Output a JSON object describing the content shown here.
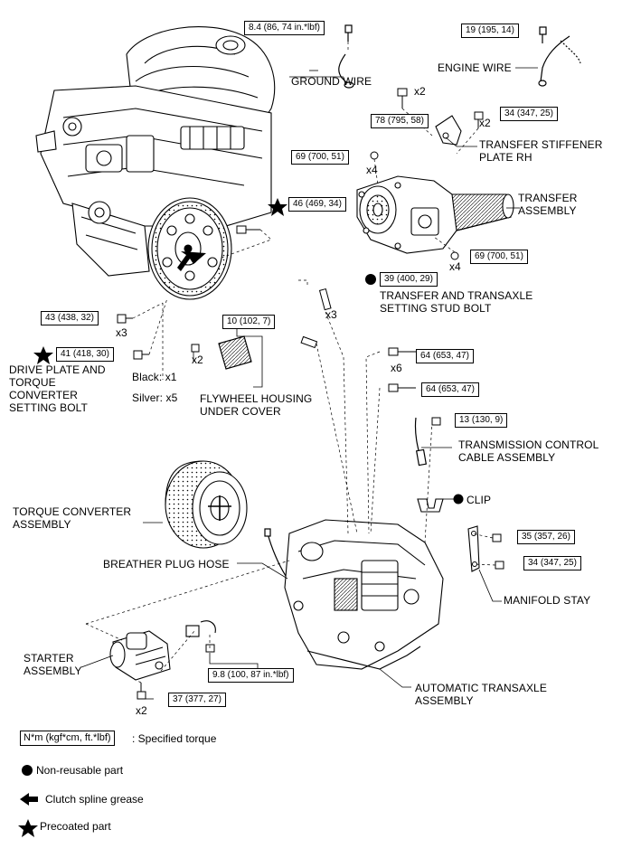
{
  "torque": {
    "ground_wire": "8.4 (86, 74 in.*lbf)",
    "engine_wire": "19 (195, 14)",
    "stiffener_bolt_a": "78 (795, 58)",
    "stiffener_bolt_b": "34 (347, 25)",
    "transfer_top": "69 (700, 51)",
    "precoat_46": "46 (469, 34)",
    "transfer_bottom": "69 (700, 51)",
    "stud_bolt": "39 (400, 29)",
    "bolt_43": "43 (438, 32)",
    "drive_plate_bolt": "41 (418, 30)",
    "underc_bolt": "10 (102, 7)",
    "bolt_64a": "64 (653, 47)",
    "bolt_64b": "64 (653, 47)",
    "cable_bolt": "13 (130, 9)",
    "manifold_a": "35 (357, 26)",
    "manifold_b": "34 (347, 25)",
    "starter_nut": "9.8 (100, 87 in.*lbf)",
    "starter_bolt": "37 (377, 27)"
  },
  "labels": {
    "ground_wire": "GROUND WIRE",
    "engine_wire": "ENGINE WIRE",
    "stiffener_1": "TRANSFER STIFFENER",
    "stiffener_2": "PLATE RH",
    "transfer_1": "TRANSFER",
    "transfer_2": "ASSEMBLY",
    "stud_1": "TRANSFER AND TRANSAXLE",
    "stud_2": "SETTING STUD BOLT",
    "drive_1": "DRIVE PLATE AND",
    "drive_2": "TORQUE",
    "drive_3": "CONVERTER",
    "drive_4": "SETTING BOLT",
    "black": "Black: x1",
    "silver": "Silver: x5",
    "fh_1": "FLYWHEEL HOUSING",
    "fh_2": "UNDER COVER",
    "tcc_1": "TRANSMISSION CONTROL",
    "tcc_2": "CABLE ASSEMBLY",
    "clip": "CLIP",
    "tc_1": "TORQUE CONVERTER",
    "tc_2": "ASSEMBLY",
    "breather": "BREATHER PLUG HOSE",
    "manifold": "MANIFOLD STAY",
    "starter_1": "STARTER",
    "starter_2": "ASSEMBLY",
    "at_1": "AUTOMATIC TRANSAXLE",
    "at_2": "ASSEMBLY"
  },
  "mult": {
    "x2_stiff": "x2",
    "x2_stiff_b": "x2",
    "x4_top": "x4",
    "x4_bottom": "x4",
    "x3_stud": "x3",
    "x3_43": "x3",
    "x2_under": "x2",
    "x6": "x6",
    "x2_starter": "x2"
  },
  "legend": {
    "unit_box": "N*m (kgf*cm, ft.*lbf)",
    "unit_text": ": Specified torque",
    "nonreusable": "Non-reusable part",
    "grease": "Clutch spline grease",
    "precoated": "Precoated part"
  }
}
